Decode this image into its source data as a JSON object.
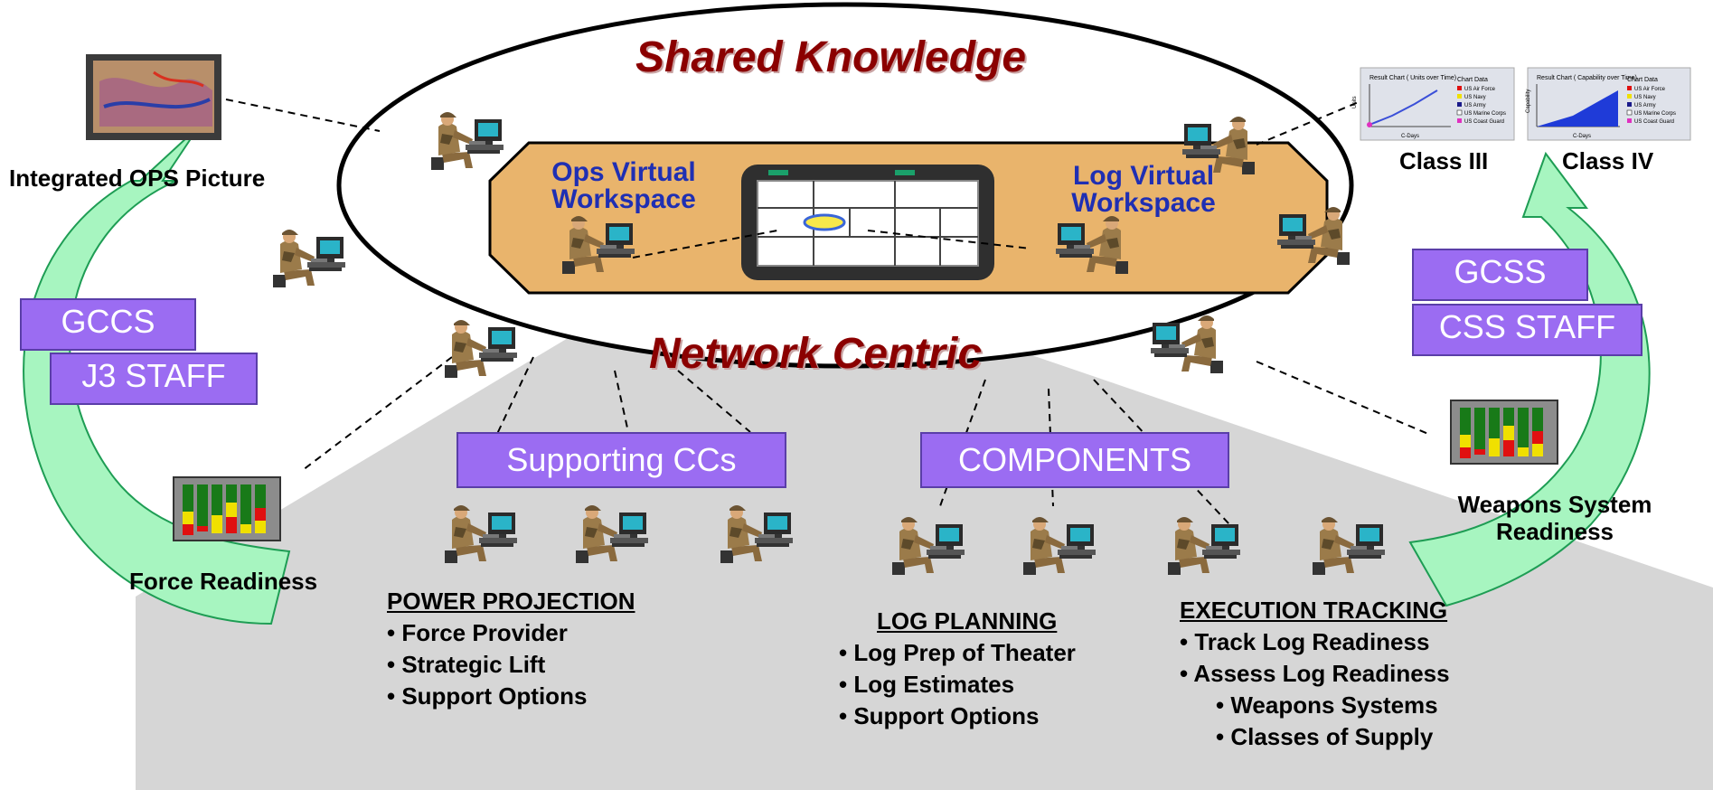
{
  "titles": {
    "top": "Shared Knowledge",
    "middle": "Network Centric"
  },
  "workspaces": {
    "ops": [
      "Ops Virtual",
      "Workspace"
    ],
    "log": [
      "Log Virtual",
      "Workspace"
    ]
  },
  "labels": {
    "integrated_ops": "Integrated OPS Picture",
    "force_readiness": "Force Readiness",
    "class_iii": "Class III",
    "class_iv": "Class IV",
    "weapons_readiness": [
      "Weapons System",
      "Readiness"
    ]
  },
  "boxes": {
    "gccs": "GCCS",
    "j3_staff": "J3 STAFF",
    "gcss": "GCSS",
    "css_staff": "CSS STAFF",
    "supporting_ccs": "Supporting CCs",
    "components": "COMPONENTS"
  },
  "power_projection": {
    "heading": "POWER PROJECTION",
    "items": [
      "• Force Provider",
      "• Strategic Lift",
      "• Support Options"
    ]
  },
  "log_planning": {
    "heading": "LOG PLANNING",
    "items": [
      "• Log Prep of Theater",
      "• Log Estimates",
      "• Support Options"
    ]
  },
  "execution_tracking": {
    "heading": "EXECUTION TRACKING",
    "items": [
      "• Track Log Readiness",
      "• Assess Log Readiness",
      "• Weapons Systems",
      "• Classes of Supply"
    ]
  },
  "mini_charts": [
    {
      "title": "Result Chart ( Units over Time)",
      "xlabel": "C-Days",
      "ylabel": "Units",
      "legend_title": "Chart Data",
      "legend": [
        "US Air Force",
        "US Navy",
        "US Army",
        "US Marine Corps",
        "US Coast Guard"
      ]
    },
    {
      "title": "Result Chart ( Capability over Time)",
      "xlabel": "C-Days",
      "ylabel": "Capability",
      "legend_title": "Chart Data",
      "legend": [
        "US Air Force",
        "US Navy",
        "US Army",
        "US Marine Corps",
        "US Coast Guard"
      ]
    }
  ],
  "colors": {
    "title": "#8b0000",
    "workspace_text": "#1f2fb3",
    "purple_box": "#9b6cf2",
    "arrow_green": "#a7f5c0",
    "octagon": "#e9b46c",
    "fan": "#d6d6d6"
  }
}
